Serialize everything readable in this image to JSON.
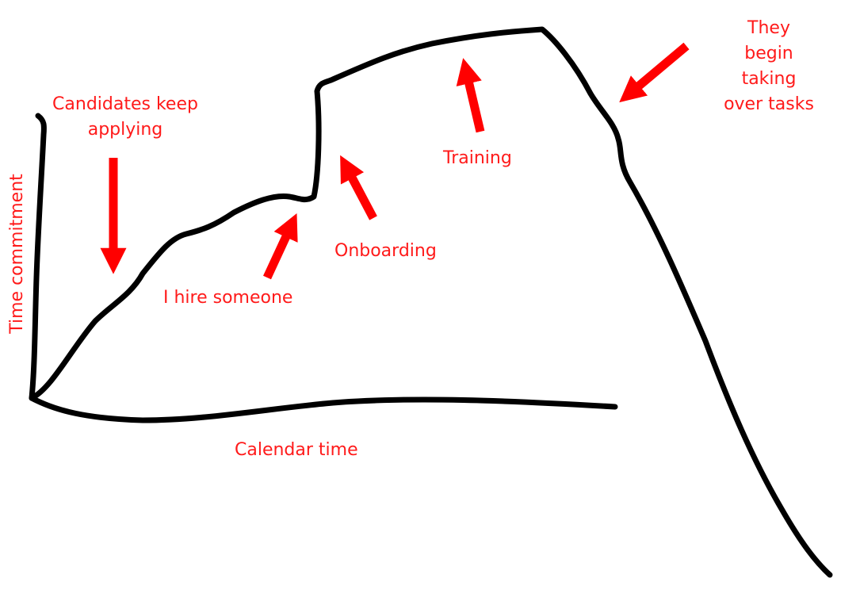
{
  "axes": {
    "y_label": "Time commitment",
    "x_label": "Calendar time"
  },
  "annotations": {
    "candidates": "Candidates keep\napplying",
    "hire": "I hire someone",
    "onboarding": "Onboarding",
    "training": "Training",
    "takeover": "They begin taking\nover tasks"
  },
  "colors": {
    "annotation": "#ff1a1a",
    "curve": "#000000",
    "arrow": "#ff0000"
  },
  "icons": {
    "annotation_pointer": "red-arrow"
  }
}
